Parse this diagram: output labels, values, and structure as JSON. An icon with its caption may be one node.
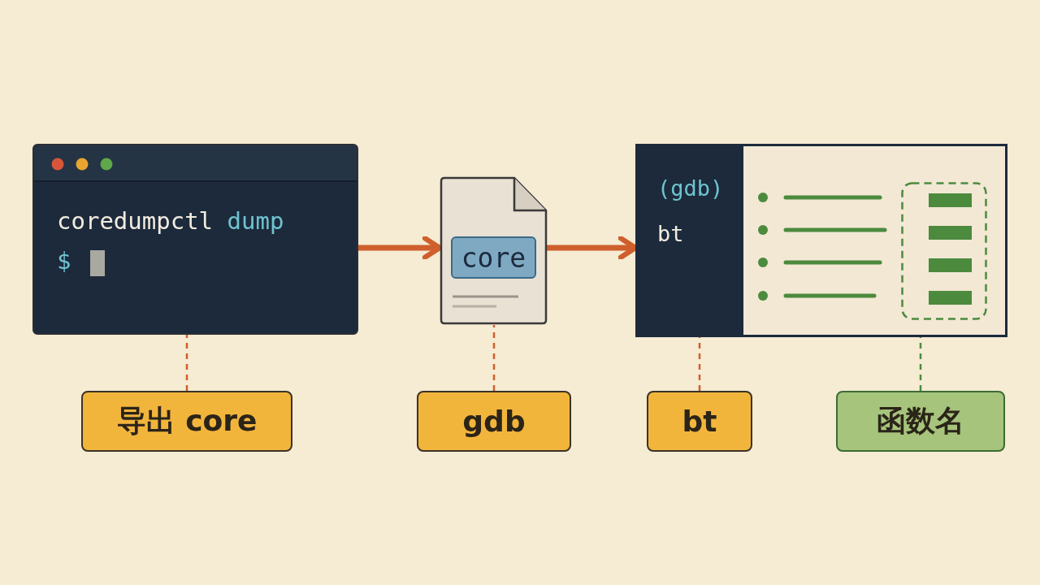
{
  "diagram": {
    "nodes": [
      {
        "text": [
          "coredumpctl dump",
          "$"
        ]
      },
      {
        "text": [
          "core"
        ]
      },
      {
        "text": [
          "(gdb)",
          "bt"
        ]
      },
      {
        "text": [],
        "shape": "box",
        "in": 2
      },
      {
        "text": [
          "导出 core"
        ]
      },
      {
        "text": [
          "gdb"
        ]
      },
      {
        "text": [
          "bt"
        ]
      },
      {
        "text": [
          "函数名"
        ]
      }
    ],
    "edges": [
      {
        "from": 0,
        "to": 1,
        "arrow": "to",
        "style": "thick"
      },
      {
        "from": 1,
        "to": 2,
        "arrow": "to",
        "style": "thick"
      },
      {
        "from": 4,
        "to": 0,
        "arrow": "none",
        "style": "dashed"
      },
      {
        "from": 5,
        "to": 1,
        "arrow": "none",
        "style": "dashed"
      },
      {
        "from": 6,
        "to": 2,
        "arrow": "none",
        "style": "dashed"
      },
      {
        "from": 7,
        "to": 3,
        "arrow": "none",
        "style": "dashed",
        "color": "#4c8a3e"
      }
    ]
  }
}
